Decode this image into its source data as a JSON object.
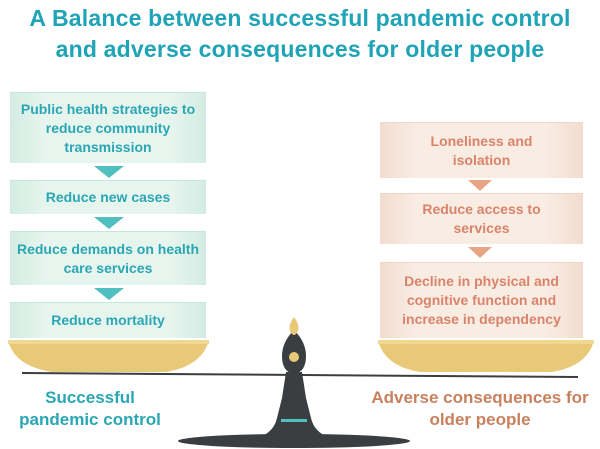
{
  "title": {
    "line1": "A Balance between successful pandemic control",
    "line2": "and adverse consequences for older people"
  },
  "left_boxes": [
    "Public health strategies to reduce community transmission",
    "Reduce new cases",
    "Reduce demands on health care services",
    "Reduce mortality"
  ],
  "right_boxes": [
    "Loneliness and isolation",
    "Reduce access to services",
    "Decline in physical and cognitive function and increase in dependency"
  ],
  "left_label": "Successful pandemic control",
  "right_label": "Adverse consequences for older people",
  "colors": {
    "title": "#1fa3b6",
    "left_text": "#2aa6b4",
    "right_text": "#c8815e",
    "left_box": "#e7f5ef",
    "right_box": "#f9ece3",
    "arrow_left": "#4fc0bf",
    "arrow_right": "#e9a583",
    "pan": "#e8c978",
    "scale_body": "#3b3e40"
  }
}
